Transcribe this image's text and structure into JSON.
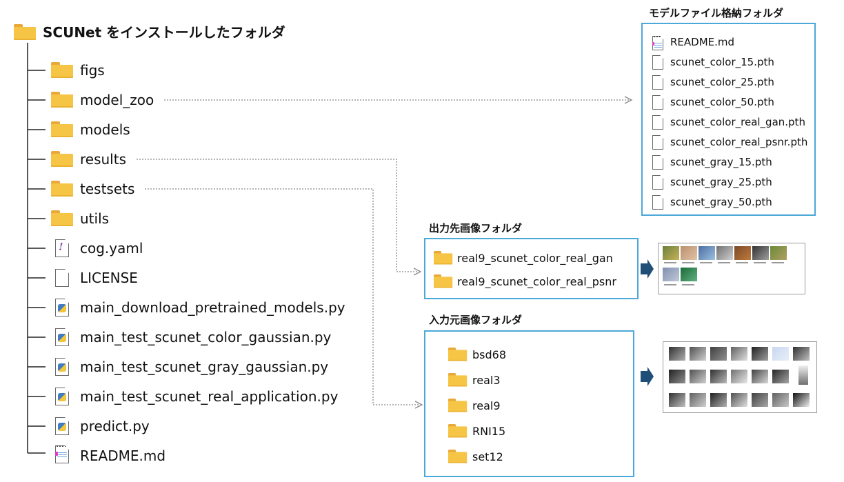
{
  "tree": {
    "root_label": "SCUNet をインストールしたフォルダ",
    "items": [
      {
        "label": "figs",
        "icon": "folder-icon"
      },
      {
        "label": "model_zoo",
        "icon": "folder-icon"
      },
      {
        "label": "models",
        "icon": "folder-icon"
      },
      {
        "label": "results",
        "icon": "folder-icon"
      },
      {
        "label": "testsets",
        "icon": "folder-icon"
      },
      {
        "label": "utils",
        "icon": "folder-icon"
      },
      {
        "label": "cog.yaml",
        "icon": "yaml-file-icon"
      },
      {
        "label": "LICENSE",
        "icon": "document-icon"
      },
      {
        "label": "main_download_pretrained_models.py",
        "icon": "python-file-icon"
      },
      {
        "label": "main_test_scunet_color_gaussian.py",
        "icon": "python-file-icon"
      },
      {
        "label": "main_test_scunet_gray_gaussian.py",
        "icon": "python-file-icon"
      },
      {
        "label": "main_test_scunet_real_application.py",
        "icon": "python-file-icon"
      },
      {
        "label": "predict.py",
        "icon": "python-file-icon"
      },
      {
        "label": "README.md",
        "icon": "readme-file-icon"
      }
    ]
  },
  "model_panel": {
    "title": "モデルファイル格納フォルダ",
    "files": [
      "README.md",
      "scunet_color_15.pth",
      "scunet_color_25.pth",
      "scunet_color_50.pth",
      "scunet_color_real_gan.pth",
      "scunet_color_real_psnr.pth",
      "scunet_gray_15.pth",
      "scunet_gray_25.pth",
      "scunet_gray_50.pth"
    ]
  },
  "output_panel": {
    "title": "出力先画像フォルダ",
    "folders": [
      "real9_scunet_color_real_gan",
      "real9_scunet_color_real_psnr"
    ]
  },
  "input_panel": {
    "title": "入力元画像フォルダ",
    "folders": [
      "bsd68",
      "real3",
      "real9",
      "RNI15",
      "set12"
    ]
  },
  "colors": {
    "panel_border": "#4ba8d8",
    "tree_line": "#222222",
    "folder": "#f7c545",
    "arrow_block": "#1f4e79",
    "dotted_connector": "#888888"
  }
}
